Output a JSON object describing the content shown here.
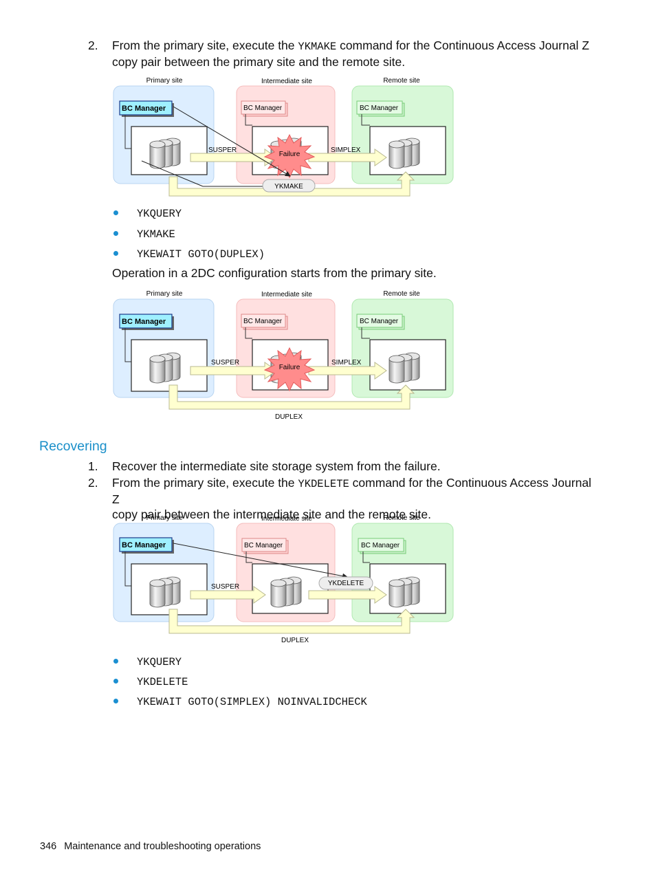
{
  "step_a": {
    "number": "2.",
    "before": "From the primary site, execute the ",
    "command": "YKMAKE",
    "after": " command for the Continuous Access Journal Z",
    "line2": "copy pair between the primary site and the remote site."
  },
  "diagram_labels": {
    "primary_site": "Primary site",
    "intermediate_site": "Intermediate site",
    "remote_site": "Remote site",
    "bc_manager": "BC Manager",
    "failure": "Failure",
    "susper": "SUSPER",
    "simplex": "SIMPLEX",
    "duplex": "DUPLEX",
    "ykmake": "YKMAKE",
    "ykdelete": "YKDELETE"
  },
  "bullets_a": [
    "YKQUERY",
    "YKMAKE",
    "YKEWAIT GOTO(DUPLEX)"
  ],
  "paragraph_2dc": "Operation in a 2DC configuration starts from the primary site.",
  "recovering": {
    "heading": "Recovering",
    "step1_number": "1.",
    "step1_text": "Recover the intermediate site storage system from the failure.",
    "step2_number": "2.",
    "step2_before": "From the primary site, execute the ",
    "step2_command": "YKDELETE",
    "step2_after": " command for the Continuous Access Journal Z",
    "step2_line2": "copy pair between the intermediate site and the remote site."
  },
  "bullets_b": [
    "YKQUERY",
    "YKDELETE",
    "YKEWAIT GOTO(SIMPLEX) NOINVALIDCHECK"
  ],
  "footer": {
    "page_number": "346",
    "section": "Maintenance and troubleshooting operations"
  },
  "colors": {
    "heading": "#1a8fc9",
    "bullet": "#1b8fd1",
    "primary_fill": "#ddeeff",
    "intermediate_fill": "#ffe0e0",
    "remote_fill": "#d8f8d8",
    "bc_manager_active": "#9ff0ff",
    "arrow_fill": "#ffffd0",
    "failure_burst": "#ff8c8c"
  }
}
